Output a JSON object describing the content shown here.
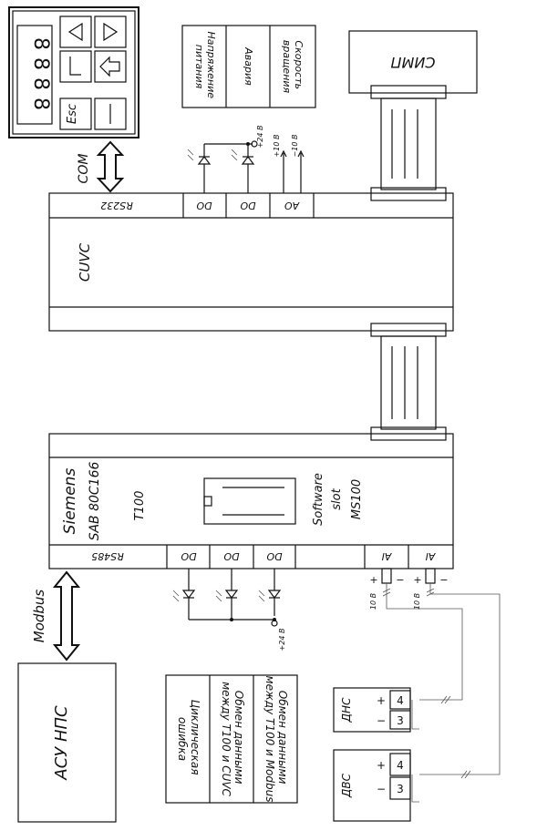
{
  "panel": {
    "esc_label": "Esc"
  },
  "labels": {
    "com": "COM",
    "modbus": "Modbus",
    "cuvc": "CUVC",
    "rs232": "RS232",
    "rs485": "RS485",
    "simp": "СИМП",
    "asu": "АСУ НПС",
    "siemens": "Siemens",
    "sab": "SAB 80C166",
    "t100": "T100",
    "software": "Software",
    "slot": "slot",
    "ms100": "MS100",
    "dhs": "ДНС",
    "dvs": "ДВС"
  },
  "ports": {
    "do": "DO",
    "ao": "AO",
    "ai": "AI"
  },
  "voltages": {
    "plus24": "+24 В",
    "plus10": "+10 В",
    "minus10": "−10 В",
    "ai10": "10 В"
  },
  "signs": {
    "plus": "+",
    "minus": "−"
  },
  "terminals": {
    "t3": "3",
    "t4": "4"
  },
  "top_legend": [
    [
      "Напряжение",
      "питания"
    ],
    [
      "Авария"
    ],
    [
      "Скорость",
      "вращения"
    ]
  ],
  "bottom_legend": [
    [
      "Циклическая",
      "ошибка"
    ],
    [
      "Обмен данными",
      "между T100 и CUVC"
    ],
    [
      "Обмен данными",
      "между T100 и Modbus"
    ]
  ]
}
